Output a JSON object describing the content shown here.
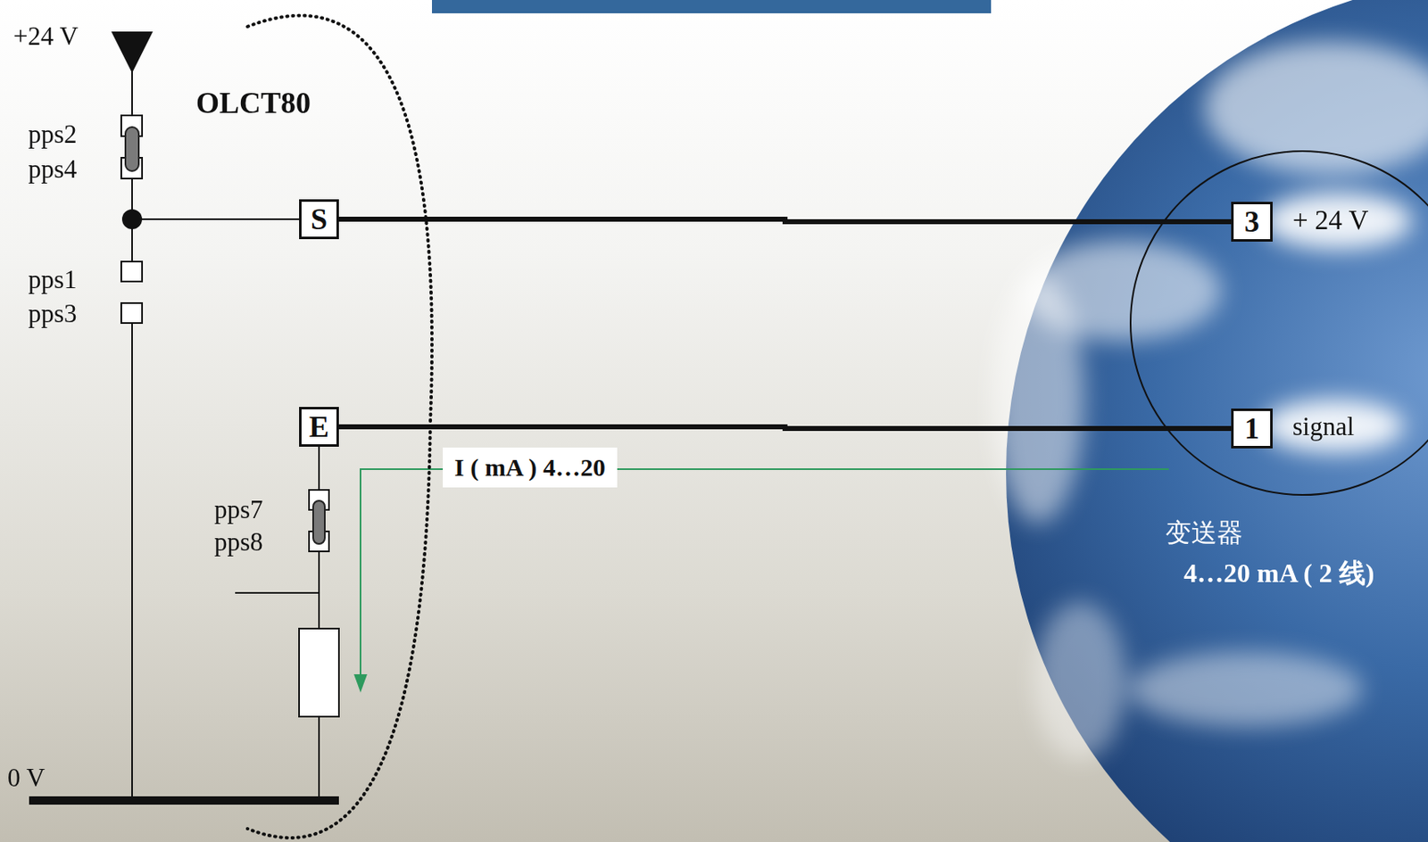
{
  "diagram": {
    "nodes": [
      {
        "text": [
          "OLCT80"
        ]
      },
      {
        "text": [
          "S"
        ],
        "in": 0
      },
      {
        "text": [
          "E"
        ],
        "in": 0
      },
      {
        "text": [
          "变送器",
          "4…20 mA ( 2 线)"
        ]
      },
      {
        "text": [
          "3"
        ],
        "in": 3
      },
      {
        "text": [
          "1"
        ],
        "in": 3
      }
    ],
    "edges": [
      {
        "from": 1,
        "to": 4,
        "arrow": "none"
      },
      {
        "from": 2,
        "to": 5,
        "arrow": "none"
      }
    ],
    "labels": [
      "+24 V",
      "pps2",
      "pps4",
      "pps1",
      "pps3",
      "pps7",
      "pps8",
      "0 V",
      "I ( mA ) 4…20",
      "+ 24 V",
      "signal"
    ]
  }
}
